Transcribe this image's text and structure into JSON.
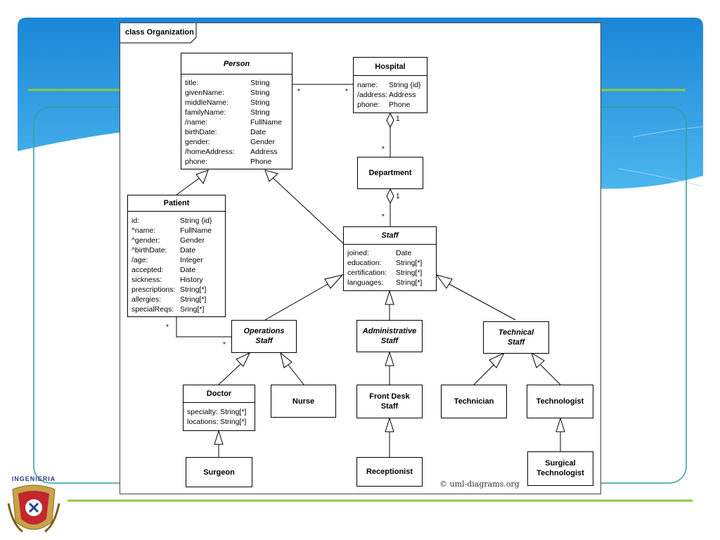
{
  "frame": {
    "title": "class Organization"
  },
  "classes": {
    "person": {
      "name": "Person",
      "attrs": [
        {
          "n": "title:",
          "t": "String"
        },
        {
          "n": "givenName:",
          "t": "String"
        },
        {
          "n": "middleName:",
          "t": "String"
        },
        {
          "n": "familyName:",
          "t": "String"
        },
        {
          "n": "/name:",
          "t": "FullName"
        },
        {
          "n": "birthDate:",
          "t": "Date"
        },
        {
          "n": "gender:",
          "t": "Gender"
        },
        {
          "n": "/homeAddress:",
          "t": "Address"
        },
        {
          "n": "phone:",
          "t": "Phone"
        }
      ]
    },
    "hospital": {
      "name": "Hospital",
      "attrs": [
        {
          "n": "name:",
          "t": "String {id}"
        },
        {
          "n": "/address:",
          "t": "Address"
        },
        {
          "n": "phone:",
          "t": "Phone"
        }
      ]
    },
    "department": {
      "name": "Department"
    },
    "patient": {
      "name": "Patient",
      "attrs": [
        {
          "n": "id:",
          "t": "String {id}"
        },
        {
          "n": "^name:",
          "t": "FullName"
        },
        {
          "n": "^gender:",
          "t": "Gender"
        },
        {
          "n": "^birthDate:",
          "t": "Date"
        },
        {
          "n": "/age:",
          "t": "Integer"
        },
        {
          "n": "accepted:",
          "t": "Date"
        },
        {
          "n": "sickness:",
          "t": "History"
        },
        {
          "n": "prescriptions:",
          "t": "String[*]"
        },
        {
          "n": "allergies:",
          "t": "String[*]"
        },
        {
          "n": "specialReqs:",
          "t": "Sring[*]"
        }
      ]
    },
    "staff": {
      "name": "Staff",
      "attrs": [
        {
          "n": "joined:",
          "t": "Date"
        },
        {
          "n": "education:",
          "t": "String[*]"
        },
        {
          "n": "certification:",
          "t": "String[*]"
        },
        {
          "n": "languages:",
          "t": "String[*]"
        }
      ]
    },
    "operations_staff": {
      "name": "Operations\nStaff"
    },
    "administrative_staff": {
      "name": "Administrative\nStaff"
    },
    "technical_staff": {
      "name": "Technical\nStaff"
    },
    "doctor": {
      "name": "Doctor",
      "attrs": [
        {
          "n": "specialty:",
          "t": "String[*]"
        },
        {
          "n": "locations:",
          "t": "String[*]"
        }
      ]
    },
    "nurse": {
      "name": "Nurse"
    },
    "front_desk_staff": {
      "name": "Front Desk\nStaff"
    },
    "technician": {
      "name": "Technician"
    },
    "technologist": {
      "name": "Technologist"
    },
    "surgeon": {
      "name": "Surgeon"
    },
    "receptionist": {
      "name": "Receptionist"
    },
    "surgical_technologist": {
      "name": "Surgical\nTechnologist"
    }
  },
  "multiplicities": {
    "person_hospital_left": "*",
    "person_hospital_right": "*",
    "hospital_department_top": "1",
    "hospital_department_bottom": "*",
    "department_staff_top": "1",
    "department_staff_bottom": "*",
    "patient_ops_left": "*",
    "patient_ops_right": "*"
  },
  "copyright": "© uml-diagrams.org",
  "logo": {
    "label": "INGENIERIA",
    "icon": "unam-engineering-crest-icon"
  },
  "colors": {
    "slide_blue": "#1e90dc",
    "slide_green": "#8dc63f",
    "slide_teal": "#2aa39a"
  }
}
